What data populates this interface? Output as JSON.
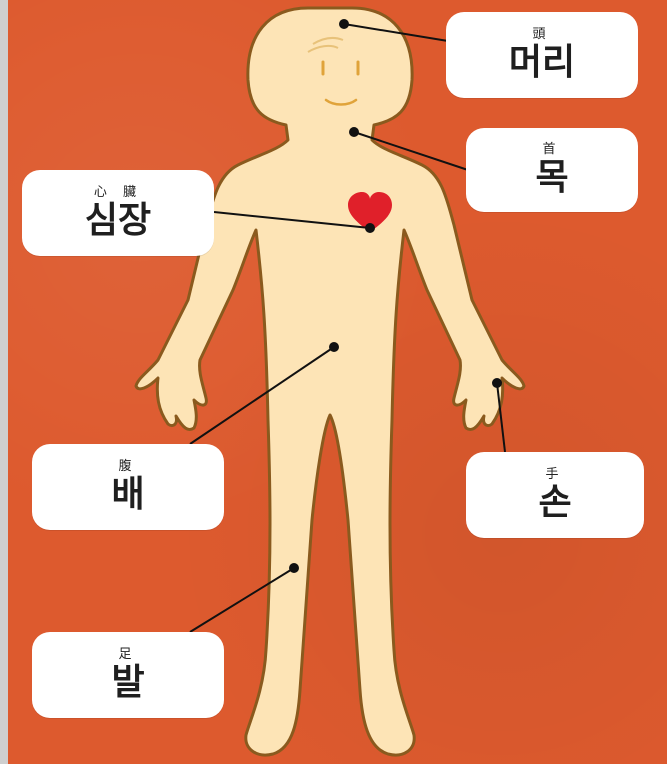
{
  "labels": {
    "head": {
      "hanja": "頭",
      "korean": "머리"
    },
    "neck": {
      "hanja": "首",
      "korean": "목"
    },
    "heart": {
      "hanja": "心 臟",
      "korean": "심장"
    },
    "belly": {
      "hanja": "腹",
      "korean": "배"
    },
    "hand": {
      "hanja": "手",
      "korean": "손"
    },
    "foot": {
      "hanja": "足",
      "korean": "발"
    }
  },
  "colors": {
    "background": "#dd5a2e",
    "skin": "#fde4b6",
    "outline": "#8a5a1e",
    "heart": "#e0202a",
    "card": "#ffffff"
  }
}
